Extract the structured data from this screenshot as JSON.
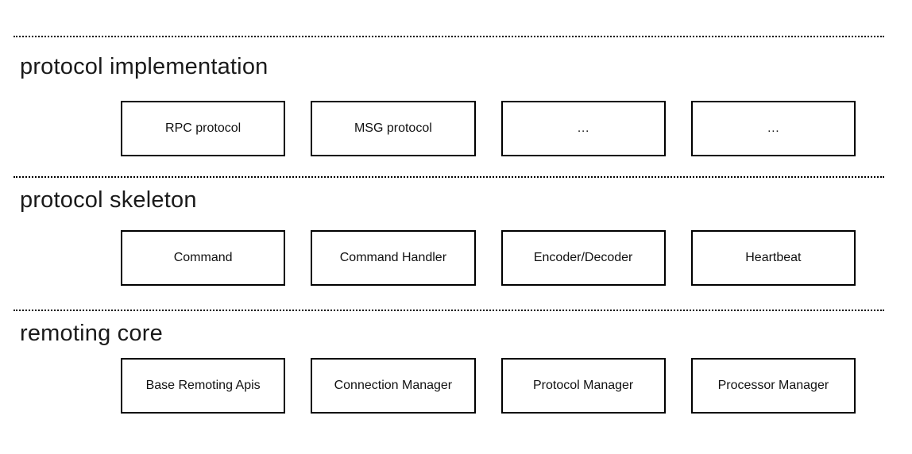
{
  "diagram": {
    "colors": {
      "background": "#ffffff",
      "box_border": "#000000",
      "text": "#1c1c1c"
    },
    "sections": [
      {
        "title": "protocol implementation",
        "boxes": [
          "RPC protocol",
          "MSG protocol",
          "…",
          "…"
        ]
      },
      {
        "title": "protocol skeleton",
        "boxes": [
          "Command",
          "Command Handler",
          "Encoder/Decoder",
          "Heartbeat"
        ]
      },
      {
        "title": "remoting core",
        "boxes": [
          "Base Remoting Apis",
          "Connection Manager",
          "Protocol Manager",
          "Processor Manager"
        ]
      }
    ]
  }
}
